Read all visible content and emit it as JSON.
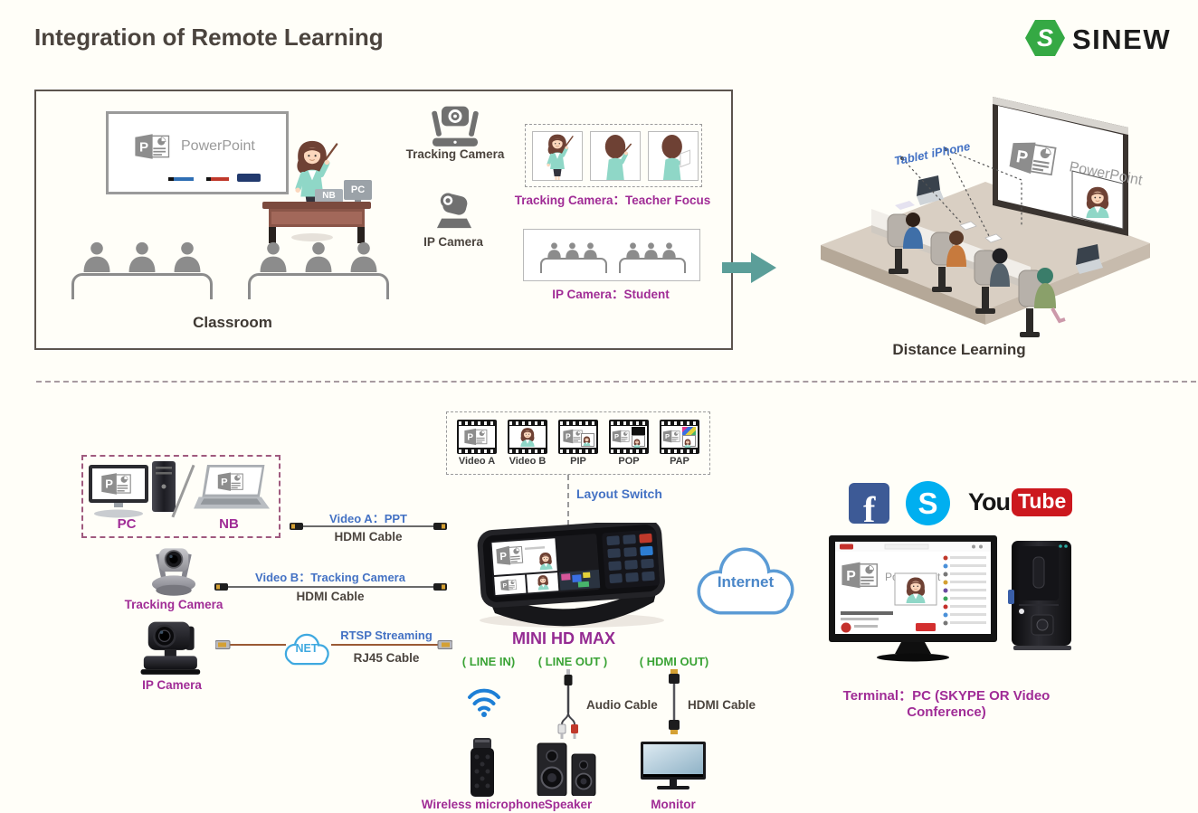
{
  "header": {
    "title": "Integration of Remote Learning",
    "brand": "SINEW",
    "monogram": "S"
  },
  "misc": {
    "ppt_label": "PowerPoint"
  },
  "classroom": {
    "caption": "Classroom",
    "nb": "NB",
    "pc": "PC"
  },
  "capture": {
    "tracking_camera_label": "Tracking Camera",
    "ip_camera_label": "IP Camera",
    "teacher_focus_caption": "Tracking Camera：Teacher Focus",
    "student_caption": "IP Camera：Student"
  },
  "distance": {
    "caption": "Distance Learning",
    "tablet": "Tablet",
    "iphone": "iPhone"
  },
  "sources": {
    "pc": "PC",
    "nb": "NB",
    "tracking_camera": "Tracking Camera",
    "ip_camera": "IP Camera"
  },
  "links": {
    "video_a": {
      "title": "Video A：PPT",
      "cable": "HDMI Cable"
    },
    "video_b": {
      "title": "Video B：Tracking Camera",
      "cable": "HDMI Cable"
    },
    "rtsp": {
      "title": "RTSP Streaming",
      "cable": "RJ45 Cable",
      "cloud": "NET"
    }
  },
  "layout_switch": {
    "caption": "Layout Switch",
    "modes": [
      "Video A",
      "Video B",
      "PIP",
      "POP",
      "PAP"
    ]
  },
  "device": {
    "name": "MINI HD MAX"
  },
  "internet": {
    "label": "Internet"
  },
  "io": {
    "line_in": {
      "port": "( LINE IN)",
      "device": "Wireless microphone"
    },
    "line_out": {
      "port": "( LINE OUT )",
      "cable": "Audio Cable",
      "device": "Speaker"
    },
    "hdmi_out": {
      "port": "( HDMI OUT)",
      "cable": "HDMI Cable",
      "device": "Monitor"
    }
  },
  "terminal": {
    "caption": "Terminal：PC (SKYPE OR Video Conference)",
    "youtube_you": "You",
    "youtube_tube": "Tube",
    "facebook_f": "f",
    "skype_s": "S"
  },
  "colors": {
    "magenta": "#a02c96",
    "blue": "#4472c4",
    "green": "#3aa335",
    "teal_arrow": "#5b9e99",
    "cloud_blue": "#5b9bd5",
    "brand_green": "#35a944",
    "youtube_red": "#cc181e",
    "facebook_blue": "#3d5a96",
    "skype_blue": "#00aff0"
  }
}
